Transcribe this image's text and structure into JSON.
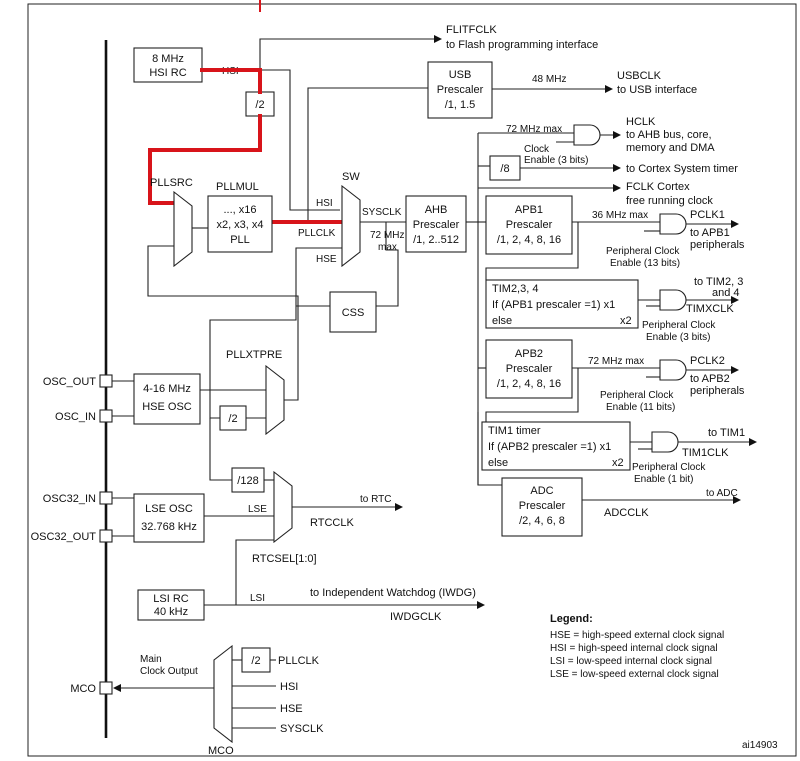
{
  "colors": {
    "highlight": "#d8141a",
    "line": "#222222",
    "background": "#ffffff"
  },
  "labels": {
    "hsi_rc": [
      "8 MHz",
      "HSI RC"
    ],
    "hsi_sig": "HSI",
    "flitfclk": "FLITFCLK",
    "flitf_desc": "to Flash programming interface",
    "usb_prescaler": [
      "USB",
      "Prescaler",
      "/1, 1.5"
    ],
    "usb_freq": "48 MHz",
    "usbclk": "USBCLK",
    "usb_desc": "to USB interface",
    "div2_a": "/2",
    "pllsrc": "PLLSRC",
    "pllmul": "PLLMUL",
    "pll_box": [
      "..., x16",
      "x2, x3, x4",
      "PLL"
    ],
    "sw": "SW",
    "hsi_in": "HSI",
    "pllclk_in": "PLLCLK",
    "hse_in": "HSE",
    "sysclk": "SYSCLK",
    "sysclk_max": [
      "72 MHz",
      "max"
    ],
    "ahb_prescaler": [
      "AHB",
      "Prescaler",
      "/1, 2..512"
    ],
    "css": "CSS",
    "ahb_max": "72 MHz max",
    "clock_enable": [
      "Clock",
      "Enable (3 bits)"
    ],
    "hclk": [
      "HCLK",
      "to AHB bus, core,",
      "memory and DMA"
    ],
    "div8": "/8",
    "cortex_timer": "to Cortex System timer",
    "fclk": [
      "FCLK Cortex",
      "free running clock"
    ],
    "apb1_prescaler": [
      "APB1",
      "Prescaler",
      "/1, 2, 4, 8, 16"
    ],
    "apb1_max": "36 MHz max",
    "pclk1": [
      "PCLK1",
      "to APB1",
      "peripherals"
    ],
    "periph_enable_13": [
      "Peripheral Clock",
      "Enable (13 bits)"
    ],
    "tim234": [
      "TIM2,3, 4",
      "If (APB1 prescaler =1) x1",
      "else",
      "x2"
    ],
    "tim_apb1_dest": [
      "to TIM2, 3",
      "and 4"
    ],
    "timxclk": "TIMXCLK",
    "periph_enable_3": [
      "Peripheral Clock",
      "Enable (3 bits)"
    ],
    "apb2_prescaler": [
      "APB2",
      "Prescaler",
      "/1, 2, 4, 8, 16"
    ],
    "apb2_max": "72 MHz max",
    "pclk2": [
      "PCLK2",
      "to APB2",
      "peripherals"
    ],
    "periph_enable_11": [
      "Peripheral Clock",
      "Enable (11 bits)"
    ],
    "tim1": [
      "TIM1 timer",
      "If (APB2 prescaler =1) x1",
      "else",
      "x2"
    ],
    "to_tim1": "to TIM1",
    "tim1clk": "TIM1CLK",
    "periph_enable_1": [
      "Peripheral Clock",
      "Enable (1 bit)"
    ],
    "adc_prescaler": [
      "ADC",
      "Prescaler",
      "/2, 4, 6, 8"
    ],
    "to_adc": "to ADC",
    "adcclk": "ADCCLK",
    "osc_out": "OSC_OUT",
    "osc_in": "OSC_IN",
    "hse_osc": [
      "4-16 MHz",
      "HSE OSC"
    ],
    "pllxtpre": "PLLXTPRE",
    "div2_b": "/2",
    "div128": "/128",
    "osc32_in": "OSC32_IN",
    "osc32_out": "OSC32_OUT",
    "lse_osc": [
      "LSE OSC",
      "32.768 kHz"
    ],
    "lse_sig": "LSE",
    "to_rtc": "to RTC",
    "rtcclk": "RTCCLK",
    "rtcsel": "RTCSEL[1:0]",
    "lsi_rc": [
      "LSI RC",
      "40 kHz"
    ],
    "lsi_sig": "LSI",
    "iwdg_desc": "to Independent Watchdog (IWDG)",
    "iwdgclk": "IWDGCLK",
    "mco": "MCO",
    "main_clock_output": [
      "Main",
      "Clock Output"
    ],
    "div2_c": "/2",
    "mco_pllclk": "PLLCLK",
    "mco_hsi": "HSI",
    "mco_hse": "HSE",
    "mco_sysclk": "SYSCLK",
    "mco_mux": "MCO",
    "legend_title": "Legend:",
    "legend_items": [
      "HSE = high-speed external clock signal",
      "HSI = high-speed internal clock signal",
      "LSI = low-speed internal clock signal",
      "LSE = low-speed external clock signal"
    ],
    "figure_id": "ai14903"
  }
}
